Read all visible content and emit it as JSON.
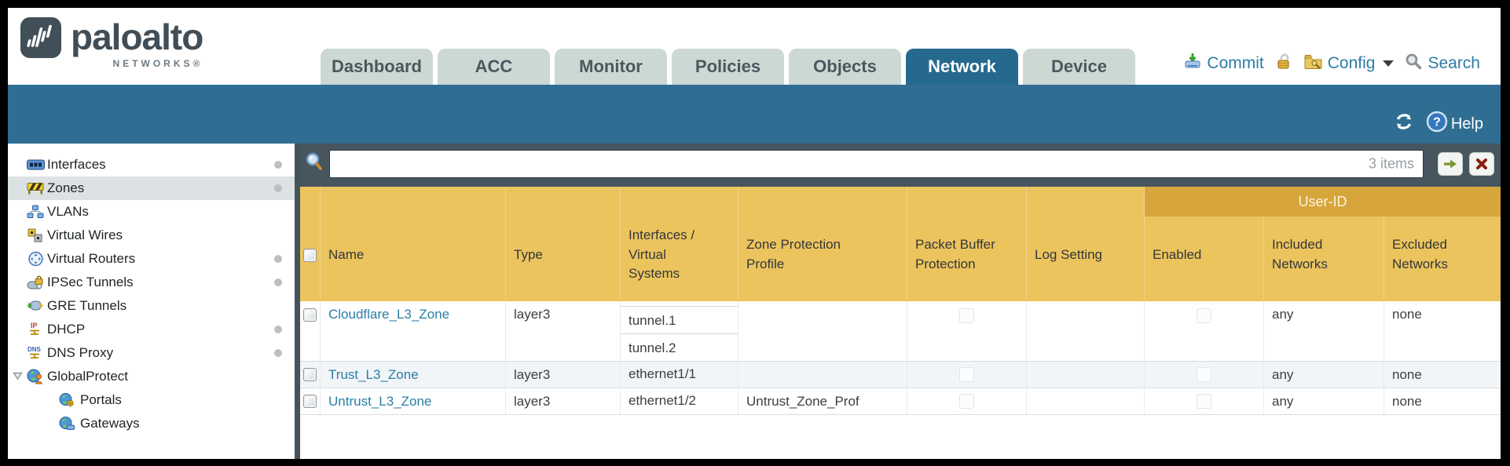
{
  "brand": {
    "name": "paloalto",
    "subtitle": "NETWORKS®"
  },
  "nav": {
    "tabs": [
      {
        "label": "Dashboard",
        "active": false
      },
      {
        "label": "ACC",
        "active": false
      },
      {
        "label": "Monitor",
        "active": false
      },
      {
        "label": "Policies",
        "active": false
      },
      {
        "label": "Objects",
        "active": false
      },
      {
        "label": "Network",
        "active": true
      },
      {
        "label": "Device",
        "active": false
      }
    ]
  },
  "header_actions": {
    "commit_label": "Commit",
    "config_label": "Config",
    "search_label": "Search"
  },
  "band": {
    "help_label": "Help"
  },
  "sidebar": {
    "items": [
      {
        "label": "Interfaces",
        "has_dot": true,
        "selected": false
      },
      {
        "label": "Zones",
        "has_dot": true,
        "selected": true
      },
      {
        "label": "VLANs",
        "has_dot": false,
        "selected": false
      },
      {
        "label": "Virtual Wires",
        "has_dot": false,
        "selected": false
      },
      {
        "label": "Virtual Routers",
        "has_dot": true,
        "selected": false
      },
      {
        "label": "IPSec Tunnels",
        "has_dot": true,
        "selected": false
      },
      {
        "label": "GRE Tunnels",
        "has_dot": false,
        "selected": false
      },
      {
        "label": "DHCP",
        "has_dot": true,
        "selected": false
      },
      {
        "label": "DNS Proxy",
        "has_dot": true,
        "selected": false
      },
      {
        "label": "GlobalProtect",
        "has_dot": false,
        "selected": false,
        "expanded": true
      },
      {
        "label": "Portals",
        "has_dot": false,
        "selected": false,
        "child": true
      },
      {
        "label": "Gateways",
        "has_dot": false,
        "selected": false,
        "child": true
      }
    ]
  },
  "filter_bar": {
    "query_value": "",
    "items_count": "3 items"
  },
  "table": {
    "user_id_group_label": "User-ID",
    "columns": [
      "Name",
      "Type",
      "Interfaces / Virtual Systems",
      "Zone Protection Profile",
      "Packet Buffer Protection",
      "Log Setting",
      "Enabled",
      "Included Networks",
      "Excluded Networks"
    ],
    "rows": [
      {
        "name": "Cloudflare_L3_Zone",
        "type": "layer3",
        "interfaces": [
          "tunnel.1",
          "tunnel.2"
        ],
        "zone_protection_profile": "",
        "log_setting": "",
        "included_networks": "any",
        "excluded_networks": "none"
      },
      {
        "name": "Trust_L3_Zone",
        "type": "layer3",
        "interfaces": [
          "ethernet1/1"
        ],
        "zone_protection_profile": "",
        "log_setting": "",
        "included_networks": "any",
        "excluded_networks": "none"
      },
      {
        "name": "Untrust_L3_Zone",
        "type": "layer3",
        "interfaces": [
          "ethernet1/2"
        ],
        "zone_protection_profile": "Untrust_Zone_Prof",
        "log_setting": "",
        "included_networks": "any",
        "excluded_networks": "none"
      }
    ]
  },
  "colors": {
    "band_teal": "#2f6e92",
    "active_tab": "#26698e",
    "table_header_yellow": "#ecc45e",
    "user_id_band": "#d6a63d",
    "link_blue": "#2a7ea6",
    "filter_bar_slate": "#47555f"
  }
}
